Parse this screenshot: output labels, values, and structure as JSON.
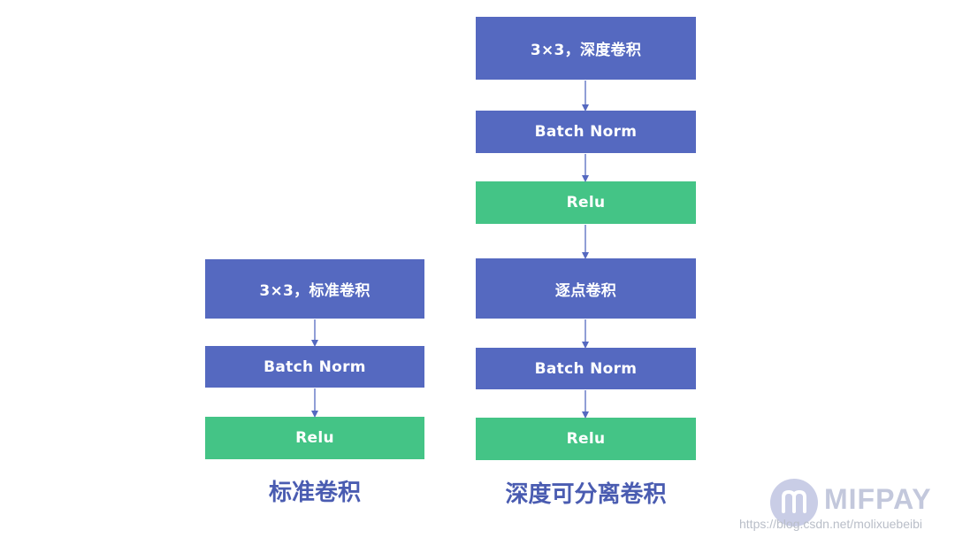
{
  "left_column": {
    "caption": "标准卷积",
    "blocks": [
      {
        "label": "3×3，标准卷积",
        "kind": "conv"
      },
      {
        "label": "Batch Norm",
        "kind": "norm"
      },
      {
        "label": "Relu",
        "kind": "activation"
      }
    ]
  },
  "right_column": {
    "caption": "深度可分离卷积",
    "blocks": [
      {
        "label": "3×3，深度卷积",
        "kind": "conv"
      },
      {
        "label": "Batch Norm",
        "kind": "norm"
      },
      {
        "label": "Relu",
        "kind": "activation"
      },
      {
        "label": "逐点卷积",
        "kind": "conv"
      },
      {
        "label": "Batch Norm",
        "kind": "norm"
      },
      {
        "label": "Relu",
        "kind": "activation"
      }
    ]
  },
  "colors": {
    "block_blue": "#5569c0",
    "block_green": "#44c486",
    "arrow": "#5569c0",
    "caption": "#4a5cb1"
  },
  "watermark": {
    "logo": "MIFPAY",
    "url": "https://blog.csdn.net/molixuebeibi"
  }
}
